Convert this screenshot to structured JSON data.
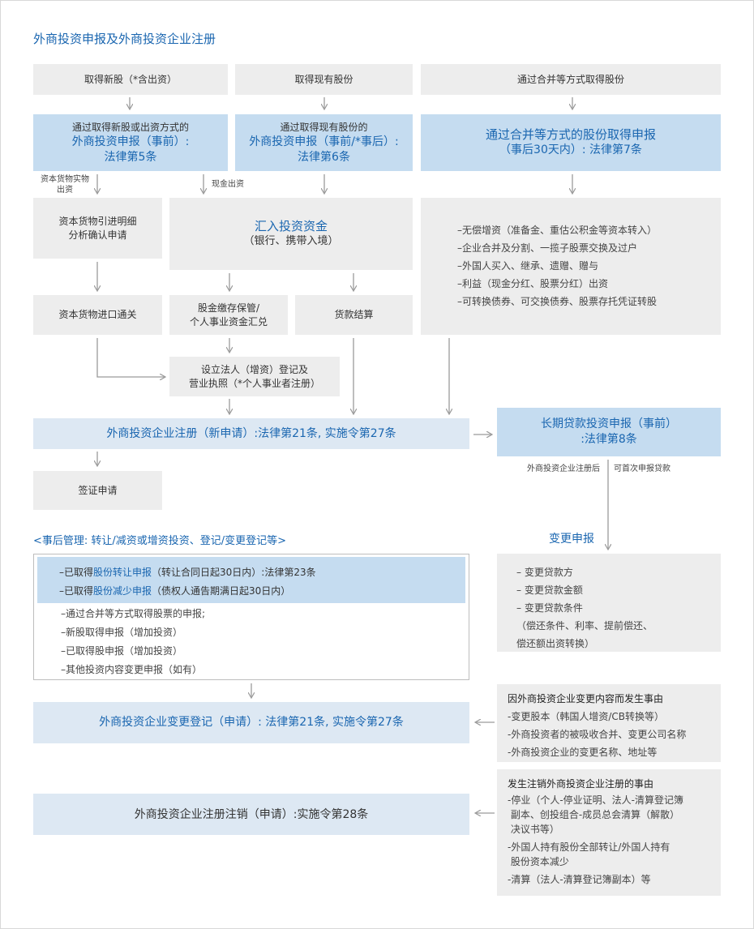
{
  "title": "外商投资申报及外商投资企业注册",
  "row1": {
    "new_shares": "取得新股（*含出资）",
    "existing_shares": "取得现有股份",
    "merger": "通过合并等方式取得股份"
  },
  "row2": {
    "new_l1": "通过取得新股或出资方式的",
    "new_l2": "外商投资申报（事前）:",
    "new_l3": "法律第5条",
    "exist_l1": "通过取得现有股份的",
    "exist_l2": "外商投资申报（事前/*事后）:",
    "exist_l3": "法律第6条",
    "merger_l1": "通过合并等方式的股份取得申报",
    "merger_l2": "（事后30天内）: 法律第7条"
  },
  "edge_labels": {
    "in_kind_l1": "资本货物实物",
    "in_kind_l2": "出资",
    "cash": "现金出资"
  },
  "capital_goods_detail_l1": "资本货物引进明细",
  "capital_goods_detail_l2": "分析确认申请",
  "remit_l1": "汇入投资资金",
  "remit_l2": "（银行、携带入境）",
  "merger_list": [
    "–无偿增资（准备金、重估公积金等资本转入）",
    "–企业合并及分割、一揽子股票交换及过户",
    "–外国人买入、继承、遗赠、赠与",
    "–利益（现金分红、股票分红）出资",
    "–可转换债券、可交换债券、股票存托凭证转股"
  ],
  "customs": "资本货物进口通关",
  "deposit_l1": "股金缴存保管/",
  "deposit_l2": "个人事业资金汇兑",
  "settlement": "货款结算",
  "establish_l1": "设立法人（增资）登记及",
  "establish_l2": "营业执照（*个人事业者注册）",
  "registration_new": "外商投资企业注册（新申请）:法律第21条, 实施令第27条",
  "long_loan_l1": "长期贷款投资申报（事前）",
  "long_loan_l2": ":法律第8条",
  "loan_note_left": "外商投资企业注册后",
  "loan_note_right": "可首次申报贷款",
  "visa": "签证申请",
  "post_mgmt_title": "<事后管理: 转让/减资或增资投资、登记/变更登记等>",
  "post_highlight": [
    {
      "pre": "–已取得",
      "link": "股份转让申报",
      "post": "（转让合同日起30日内）:法律第23条"
    },
    {
      "pre": "–已取得",
      "link": "股份减少申报",
      "post": "（债权人通告期满日起30日内）"
    }
  ],
  "post_list": [
    "–通过合并等方式取得股票的申报;",
    "–新股取得申报（增加投资）",
    "–已取得股申报（增加投资）",
    "–其他投资内容变更申报（如有）"
  ],
  "change_report_title": "变更申报",
  "change_list": [
    "– 变更贷款方",
    "– 变更贷款金额",
    "– 变更贷款条件",
    "（偿还条件、利率、提前偿还、",
    "偿还额出资转换）"
  ],
  "change_registration": "外商投资企业变更登记（申请）: 法律第21条, 实施令第27条",
  "change_reason_title": "因外商投资企业变更内容而发生事由",
  "change_reason_list": [
    "-变更股本（韩国人增资/CB转换等）",
    "-外商投资者的被吸收合并、变更公司名称",
    "-外商投资企业的变更名称、地址等"
  ],
  "cancel_registration": "外商投资企业注册注销（申请）:实施令第28条",
  "cancel_reason_title": "发生注销外商投资企业注册的事由",
  "cancel_reason_list": [
    "-停业（个人-停业证明、法人-清算登记簿",
    " 副本、创投组合-成员总会清算（解散）",
    " 决议书等）",
    "-外国人持有股份全部转让/外国人持有",
    " 股份资本减少",
    "-清算（法人-清算登记簿副本）等"
  ],
  "colors": {
    "accent": "#1a66b0",
    "box_gray": "#ededed",
    "box_blue": "#c5dcf0",
    "box_pale": "#dde8f3",
    "arrow": "#9a9a9a"
  }
}
